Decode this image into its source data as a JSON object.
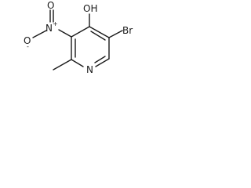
{
  "molecule": {
    "labels": {
      "hydroxyl": "OH",
      "bromine": "Br",
      "nitro_nitrogen": "N",
      "nitro_plus": "+",
      "nitro_oxygen_top": "O",
      "nitro_oxygen_left": "O",
      "nitro_minus": "-",
      "ring_nitrogen": "N"
    },
    "colors": {
      "bond": "#1a1a1a",
      "text": "#1a1a1a",
      "background": "#ffffff"
    }
  }
}
